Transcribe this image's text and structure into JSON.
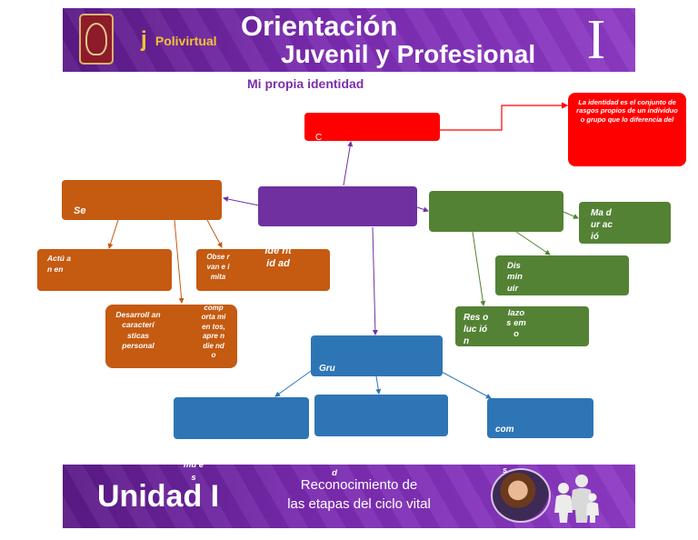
{
  "header": {
    "logo_text": "Polivirtual",
    "title_line1": "Orientación",
    "title_line2": "Juvenil y Profesional",
    "roman_numeral": "I"
  },
  "subtitle": "Mi propia identidad",
  "footer": {
    "unit_label": "Unidad I",
    "unit_line1": "Reconocimiento de",
    "unit_line2": "las etapas del ciclo vital"
  },
  "diagram": {
    "red_box_text": "C",
    "definition": "La identidad es el conjunto de rasgos propios de un individuo o grupo que lo diferencia del",
    "se_box": "Se",
    "actuan": "Actú an en",
    "observan": "Obse rvan e imita",
    "identidad": "Ide ntid ad",
    "desarrollan": "Desarroll an caracterí sticas personal",
    "comportamientos": "comp orta mien tos, apre ndie ndo",
    "maduracion": "Ma dur ació",
    "disminuir": "Dis min uir",
    "resolucion": "Res oluc ión",
    "lazos": "lazo s emo",
    "grupo": "Gru",
    "com": "com",
    "overflow_left": "mu es",
    "overflow_mid": "un dad",
    "overflow_right": "s"
  },
  "colors": {
    "banner": "#7a2bb0",
    "orange": "#c55a11",
    "green": "#548235",
    "blue": "#2e75b6",
    "purple": "#7030a0",
    "red": "#ff0000",
    "subtitle": "#7b2fa9"
  }
}
